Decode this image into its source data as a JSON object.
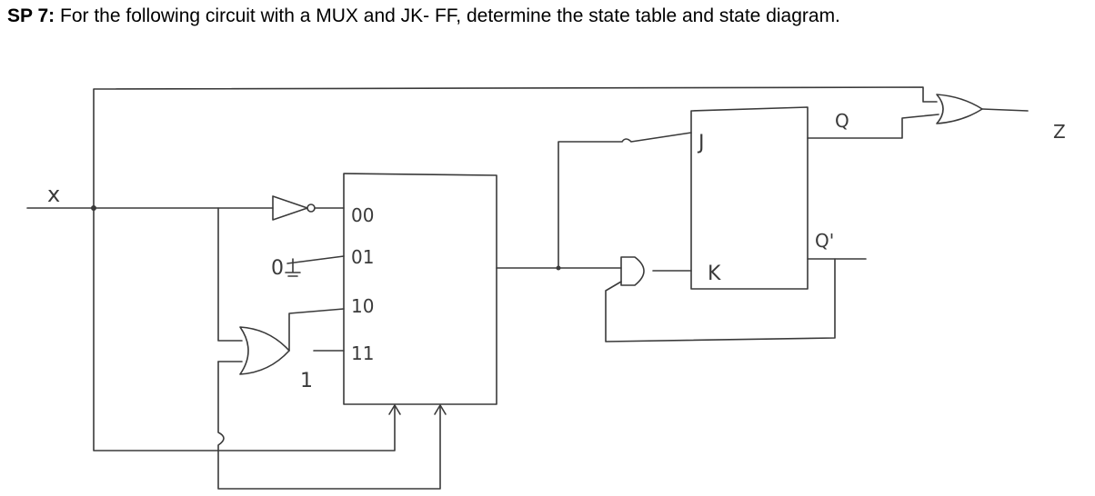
{
  "header": {
    "label": "SP 7:",
    "text": "For the following circuit with a MUX and JK- FF, determine the state table and state diagram."
  },
  "circuit": {
    "input_label": "x",
    "output_label": "Z",
    "mux_inputs": [
      "00",
      "01",
      "10",
      "11"
    ],
    "constant_zero": "0",
    "constant_one": "1",
    "ff_inputs": [
      "J",
      "K"
    ],
    "ff_outputs": [
      "Q",
      "Q'"
    ]
  }
}
